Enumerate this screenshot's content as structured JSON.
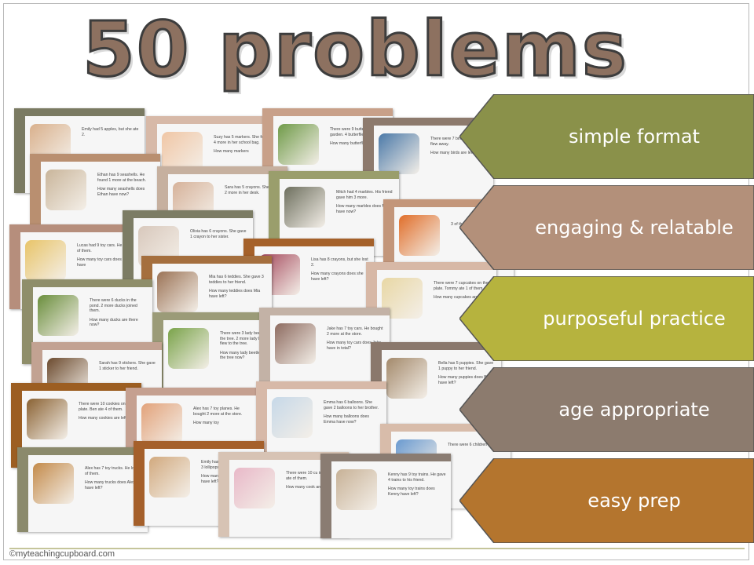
{
  "title": "50 problems",
  "copyright": "©myteachingcupboard.com",
  "features": [
    {
      "label": "simple format",
      "color": "#8a914a"
    },
    {
      "label": "engaging & relatable",
      "color": "#b3907a"
    },
    {
      "label": "purposeful practice",
      "color": "#b6b33e"
    },
    {
      "label": "age appropriate",
      "color": "#8c7b6e"
    },
    {
      "label": "easy prep",
      "color": "#b4752e"
    }
  ],
  "cards": [
    {
      "lines": [
        "Emily had 5 apples, but she ate 2.",
        ""
      ]
    },
    {
      "lines": [
        "Suzy has 5 markers. She found 4 more in her school bag.",
        "How many markers"
      ]
    },
    {
      "lines": [
        "There were 9 butterflies in the garden. 4 butterflies flew away.",
        "How many butterflies are left?"
      ]
    },
    {
      "lines": [
        "There were 7 birds in the tree. 3 flew away.",
        "How many birds are left?"
      ]
    },
    {
      "lines": [
        "Ethan has 9 seashells. He found 1 more at the beach.",
        "How many seashells does Ethan have now?"
      ]
    },
    {
      "lines": [
        "Sara has 5 crayons. She found 2 more in her desk.",
        ""
      ]
    },
    {
      "lines": [
        "Mitch had 4 marbles. His friend gave him 3 more.",
        "How many marbles does Mitch have now?"
      ]
    },
    {
      "lines": [
        "",
        "3 of them."
      ]
    },
    {
      "lines": [
        "Lucas had 9 toy cars. He lost 2 of them.",
        "How many toy cars does Lucas have"
      ]
    },
    {
      "lines": [
        "Olivia has 6 crayons. She gave 1 crayon to her sister.",
        ""
      ]
    },
    {
      "lines": [
        "Lisa has 8 crayons, but she lost 2.",
        "How many crayons does she have left?"
      ]
    },
    {
      "lines": [
        "Mia has 6 teddies. She gave 3 teddies to her friend.",
        "How many teddies does Mia have left?"
      ]
    },
    {
      "lines": [
        "There were 7 cupcakes on the plate. Tommy ate 1 of them.",
        "How many cupcakes are left?"
      ]
    },
    {
      "lines": [
        "There were 6 ducks in the pond. 2 more ducks joined them.",
        "How many ducks are there now?"
      ]
    },
    {
      "lines": [
        "There were 3 lady beetles on the tree. 2 more lady beetles flew to the tree.",
        "How many lady beetles are on the tree now?"
      ]
    },
    {
      "lines": [
        "Jake has 7 toy cars. He bought 2 more at the store.",
        "How many toy cars does Jake have in total?"
      ]
    },
    {
      "lines": [
        "Bella has 5 puppies. She gave 1 puppy to her friend.",
        "How many puppies does Bella have left?"
      ]
    },
    {
      "lines": [
        "Sarah has 9 stickers. She gave 1 sticker to her friend.",
        ""
      ]
    },
    {
      "lines": [
        "There were 10 cookies on the plate. Ben ate 4 of them.",
        "How many cookies are left?"
      ]
    },
    {
      "lines": [
        "Alex has 7 toy planes. He bought 2 more at the store.",
        "How many toy"
      ]
    },
    {
      "lines": [
        "Emma has 6 balloons. She gave 2 balloons to her brother.",
        "How many balloons does Emma have now?"
      ]
    },
    {
      "lines": [
        "There were 6 children",
        ""
      ]
    },
    {
      "lines": [
        "Alex has 7 toy trucks. He lost 3 of them.",
        "How many trucks does Alex have left?"
      ]
    },
    {
      "lines": [
        "Emily has 4 lollipops. She gave 3 lollipops to her friends.",
        "How many lollipops does Emily have left?"
      ]
    },
    {
      "lines": [
        "There were 10 cu in the jar. Tim ate of them.",
        "How many cook are left?"
      ]
    },
    {
      "lines": [
        "Kenny has 9 toy trains. He gave 4 trains to his friend.",
        "How many toy trains does Kenny have left?"
      ]
    }
  ]
}
